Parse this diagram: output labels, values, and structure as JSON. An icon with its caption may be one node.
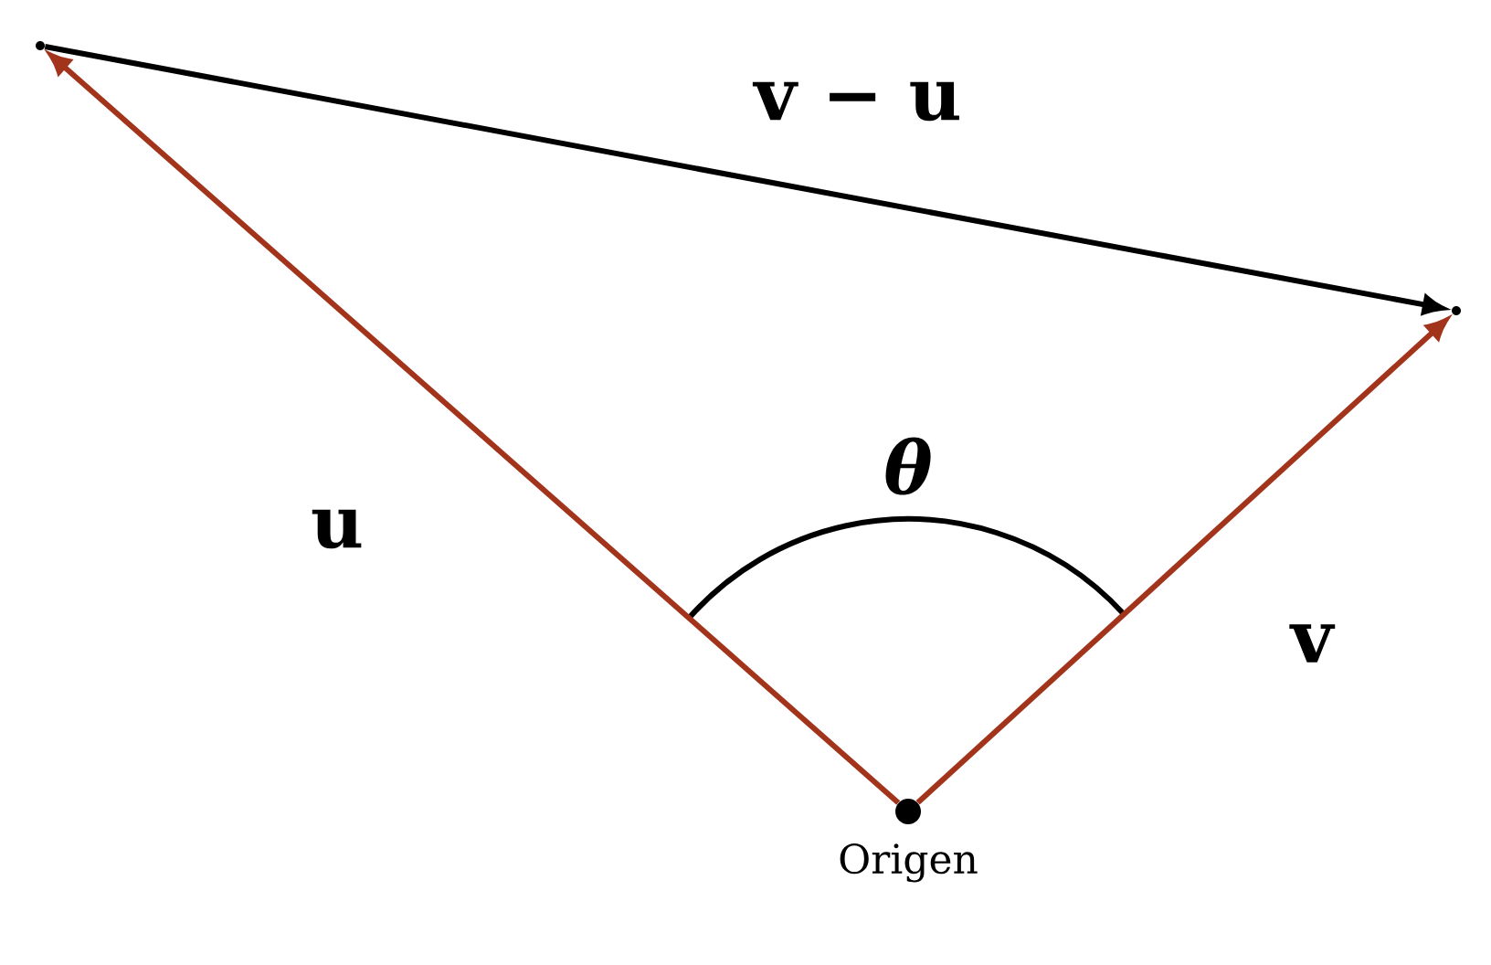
{
  "diagram": {
    "nodes": [
      {
        "text": [],
        "shape": "circle",
        "beside": [
          "Origen"
        ]
      },
      {
        "text": [],
        "shape": "point"
      },
      {
        "text": [],
        "shape": "point"
      }
    ],
    "edges": [
      {
        "from": 0,
        "to": 1,
        "arrow": "to",
        "label": "u",
        "color": "#a3341c"
      },
      {
        "from": 0,
        "to": 2,
        "arrow": "to",
        "label": "v",
        "color": "#a3341c"
      },
      {
        "from": 1,
        "to": 2,
        "arrow": "to",
        "label": "v − u",
        "color": "#000000"
      }
    ],
    "labels": [
      "θ"
    ]
  }
}
